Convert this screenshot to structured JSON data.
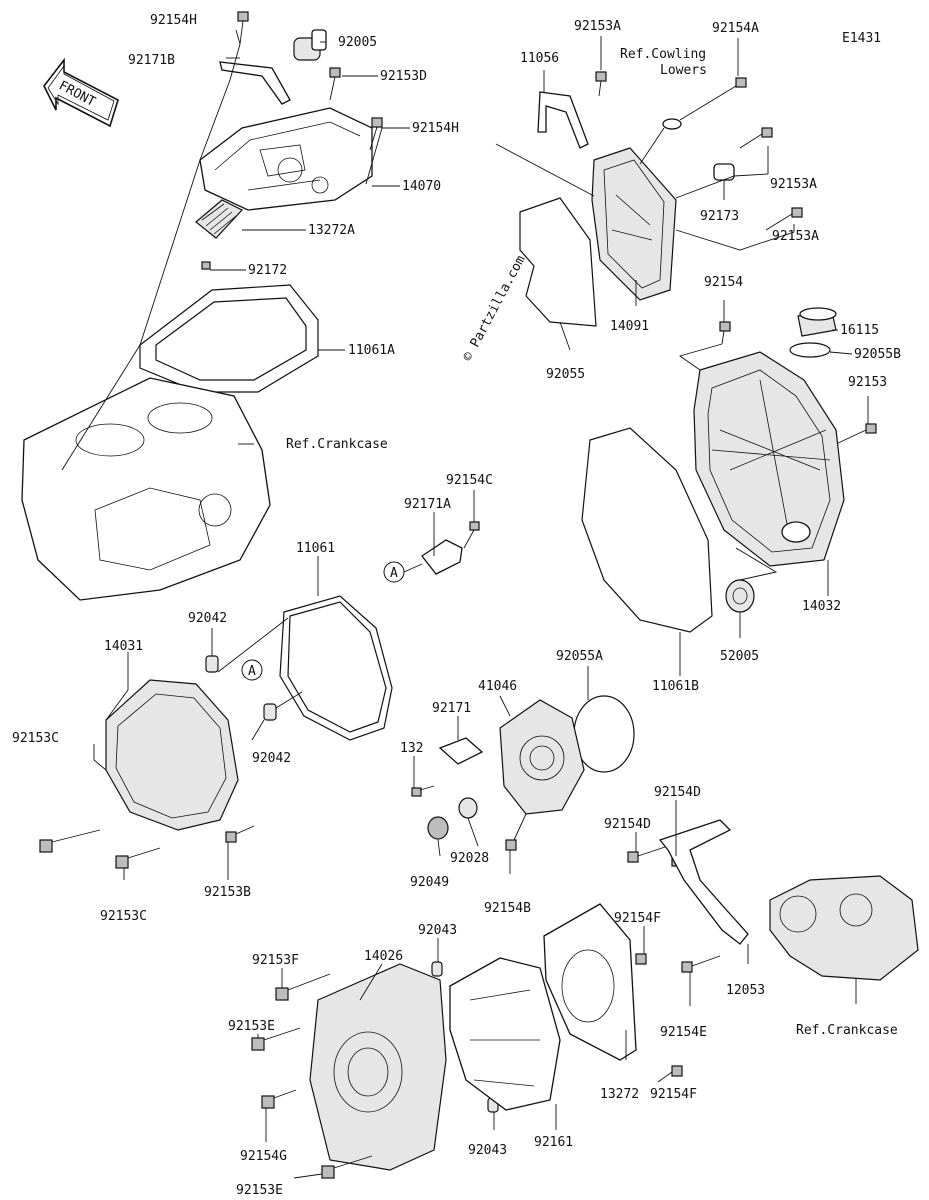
{
  "diagram": {
    "code": "E1431",
    "watermark": "© Partzilla.com",
    "front_label": "FRONT",
    "callout_a": "A",
    "references": {
      "crankcase": "Ref.Crankcase",
      "cowling_line1": "Ref.Cowling",
      "cowling_line2": "Lowers"
    },
    "part_labels": [
      "92154H",
      "92171B",
      "92005",
      "92153D",
      "92154H",
      "14070",
      "13272A",
      "92172",
      "11061A",
      "11056",
      "92153A",
      "92154A",
      "92153A",
      "92173",
      "92153A",
      "14091",
      "92055",
      "92154",
      "16115",
      "92055B",
      "92153",
      "14032",
      "52005",
      "11061B",
      "92154C",
      "92171A",
      "11061",
      "92042",
      "14031",
      "92153C",
      "92042",
      "92153B",
      "92153C",
      "92055A",
      "41046",
      "92171",
      "132",
      "92028",
      "92049",
      "92154B",
      "92154D",
      "92154D",
      "12053",
      "92154E",
      "92154F",
      "92153F",
      "14026",
      "92043",
      "92153E",
      "92154G",
      "92153E",
      "92043",
      "92161",
      "13272",
      "92154F"
    ]
  }
}
